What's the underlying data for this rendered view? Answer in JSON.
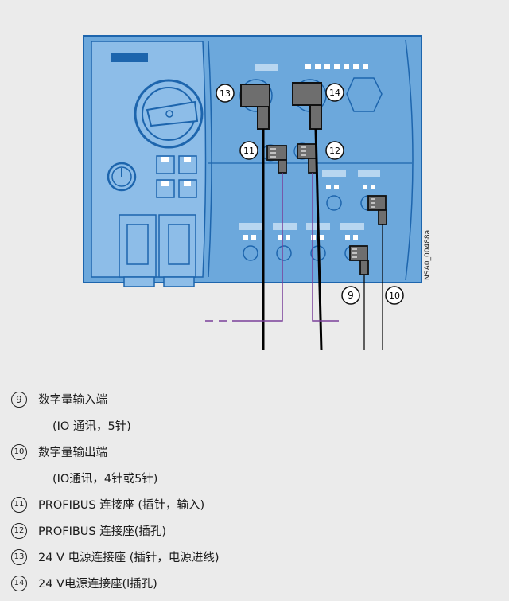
{
  "diagram": {
    "code": "NSA0_00488a",
    "callouts": {
      "c9": "9",
      "c10": "10",
      "c11": "11",
      "c12": "12",
      "c13": "13",
      "c14": "14"
    }
  },
  "legend": [
    {
      "num": "9",
      "text": "数字量输入端"
    },
    {
      "text": "(IO 通讯，5针)"
    },
    {
      "num": "10",
      "text": "数字量输出端"
    },
    {
      "text": "(IO通讯，4针或5针)"
    },
    {
      "num": "11",
      "text": "PROFIBUS 连接座 (插针，输入)"
    },
    {
      "num": "12",
      "text": "PROFIBUS 连接座(插孔)"
    },
    {
      "num": "13",
      "text": "24 V 电源连接座 (插针，电源进线)"
    },
    {
      "num": "14",
      "text": "24 V电源连接座(l插孔)"
    }
  ],
  "colors": {
    "housing": "#6ca8dc",
    "panel": "#8dbde8",
    "outline": "#1d65ad",
    "cable": "#7a3f99"
  }
}
